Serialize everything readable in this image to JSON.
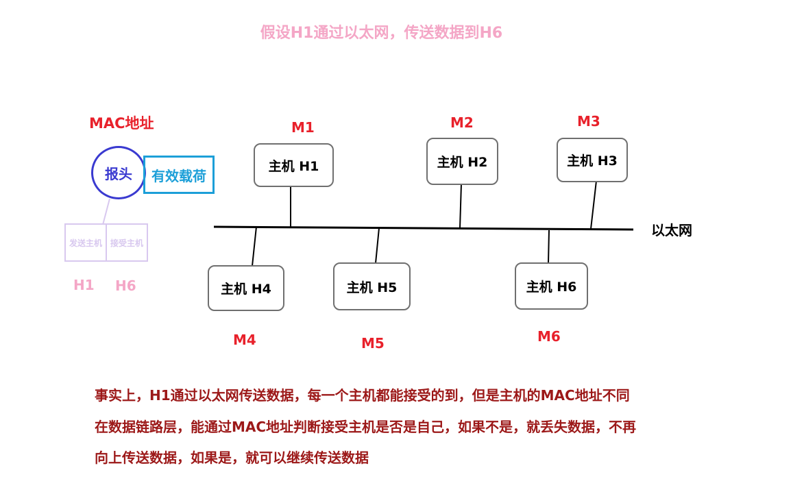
{
  "title": "假设H1通过以太网，传送数据到H6",
  "frame": {
    "mac_label": "MAC地址",
    "header_label": "报头",
    "payload_label": "有效载荷",
    "sender_label": "发送主机",
    "receiver_label": "接受主机",
    "sender_value": "H1",
    "receiver_value": "H6"
  },
  "ethernet_label": "以太网",
  "hosts": {
    "h1": {
      "label": "主机 H1",
      "mac": "M1"
    },
    "h2": {
      "label": "主机 H2",
      "mac": "M2"
    },
    "h3": {
      "label": "主机 H3",
      "mac": "M3"
    },
    "h4": {
      "label": "主机 H4",
      "mac": "M4"
    },
    "h5": {
      "label": "主机 H5",
      "mac": "M5"
    },
    "h6": {
      "label": "主机 H6",
      "mac": "M6"
    }
  },
  "notes": [
    "事实上，H1通过以太网传送数据，每一个主机都能接受的到，但是主机的MAC地址不同",
    "在数据链路层，能通过MAC地址判断接受主机是否是自己，如果不是，就丢失数据，不再",
    "向上传送数据，如果是，就可以继续传送数据"
  ],
  "colors": {
    "title": "#f4a6c6",
    "mac_red": "#e8212b",
    "header_blue": "#3a3ad0",
    "payload_blue": "#1c9fd8",
    "address_faded": "#d8c8ef",
    "host_value_pink": "#f4a6c6",
    "note_darkred": "#9c1818",
    "line": "#000000"
  }
}
